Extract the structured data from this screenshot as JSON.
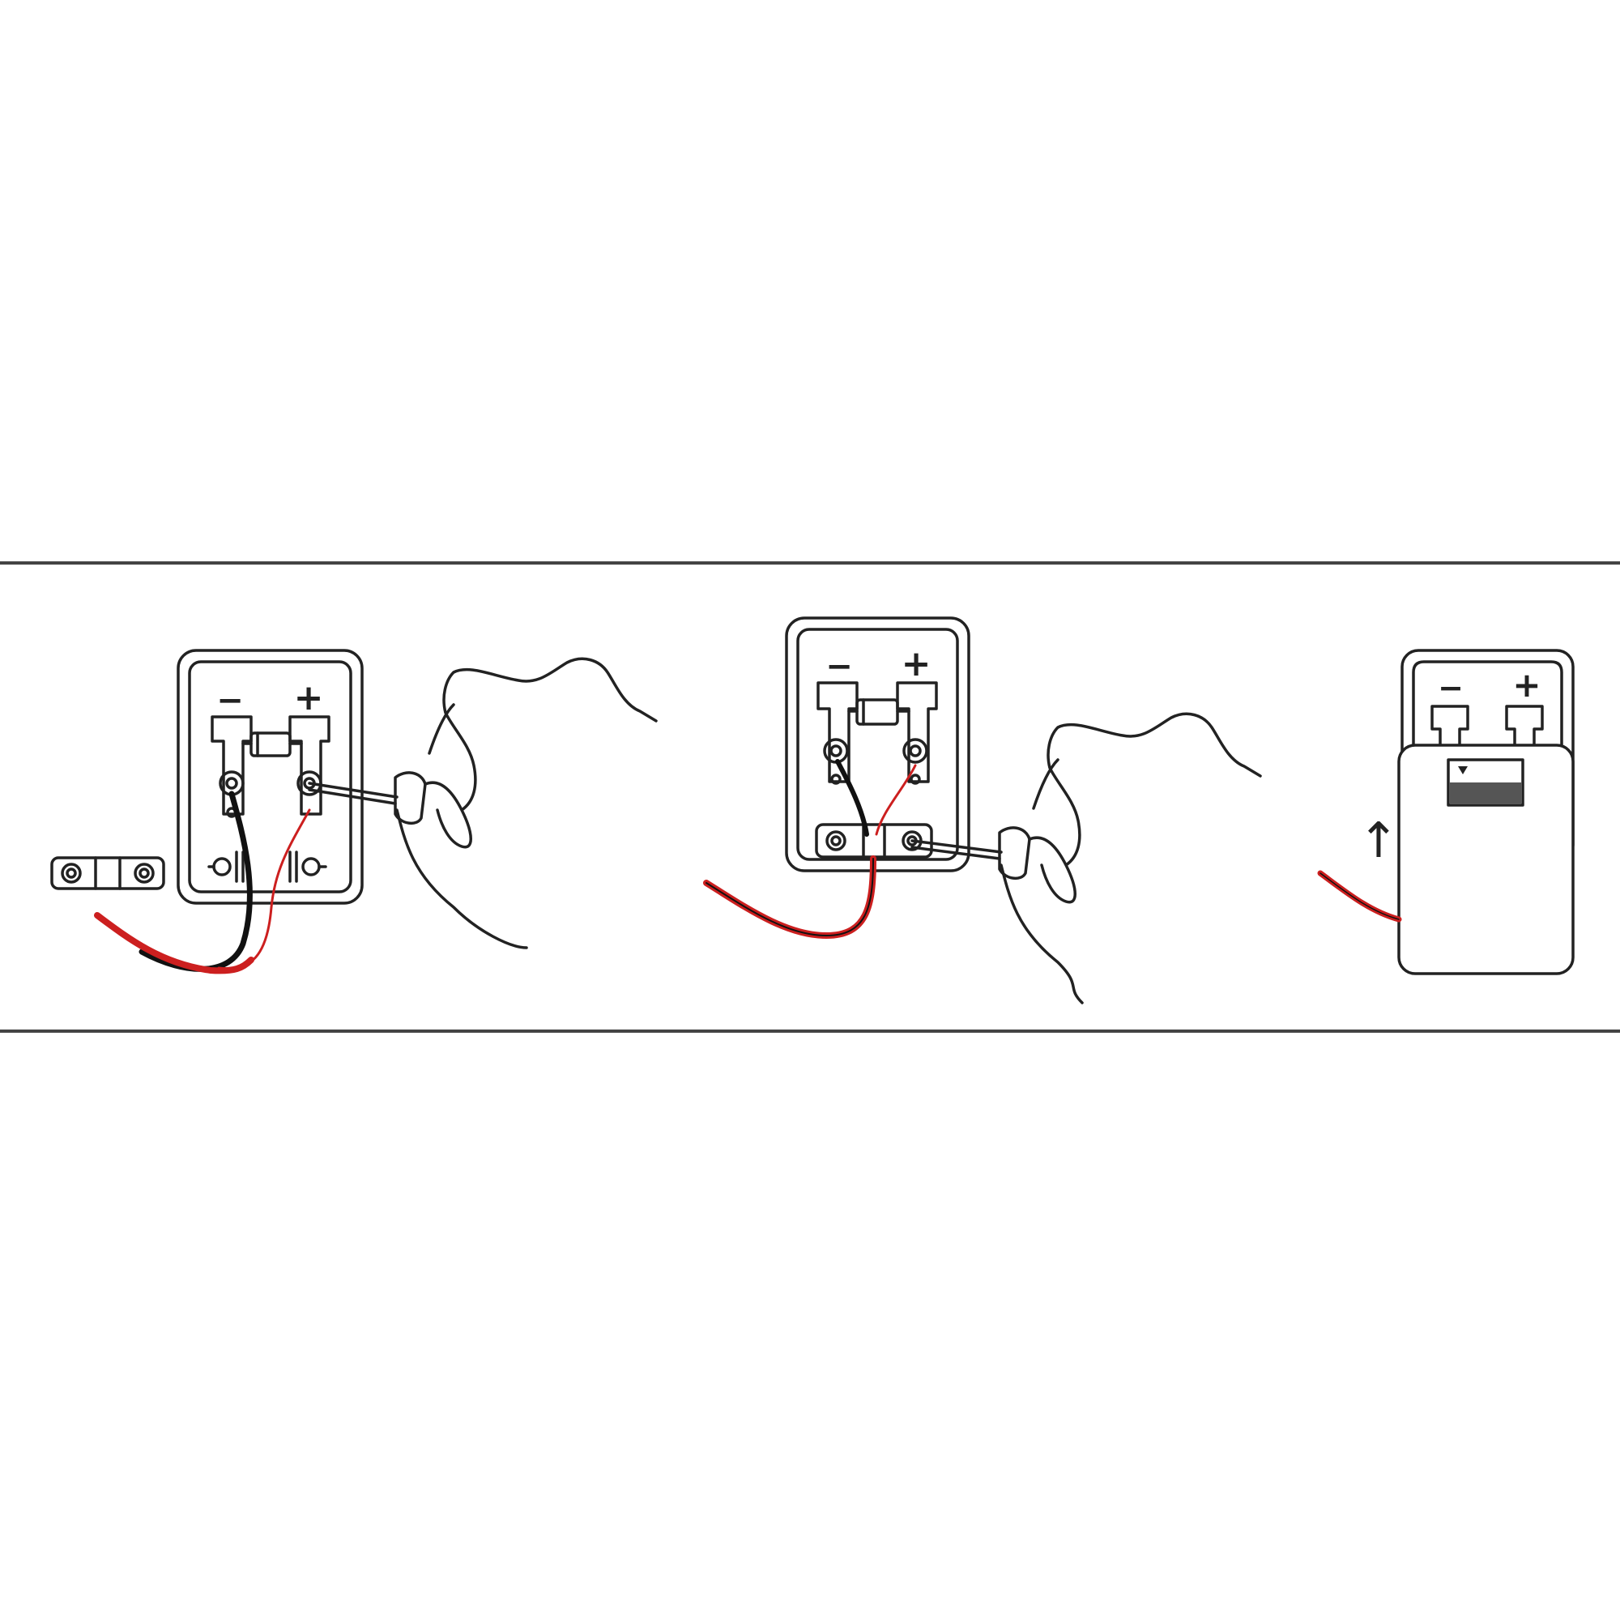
{
  "diagram": {
    "steps": [
      {
        "name": "step-1-connect-wires",
        "terminal_labels": {
          "negative": "−",
          "positive": "+"
        }
      },
      {
        "name": "step-2-fit-cable-clamp",
        "terminal_labels": {
          "negative": "−",
          "positive": "+"
        }
      },
      {
        "name": "step-3-attach-cover",
        "terminal_labels": {
          "negative": "−",
          "positive": "+"
        },
        "direction_arrow": "↑"
      }
    ],
    "colors": {
      "outline": "#222222",
      "positive_wire": "#cc1f1f",
      "negative_wire": "#111111",
      "frame_line": "#444444"
    }
  }
}
